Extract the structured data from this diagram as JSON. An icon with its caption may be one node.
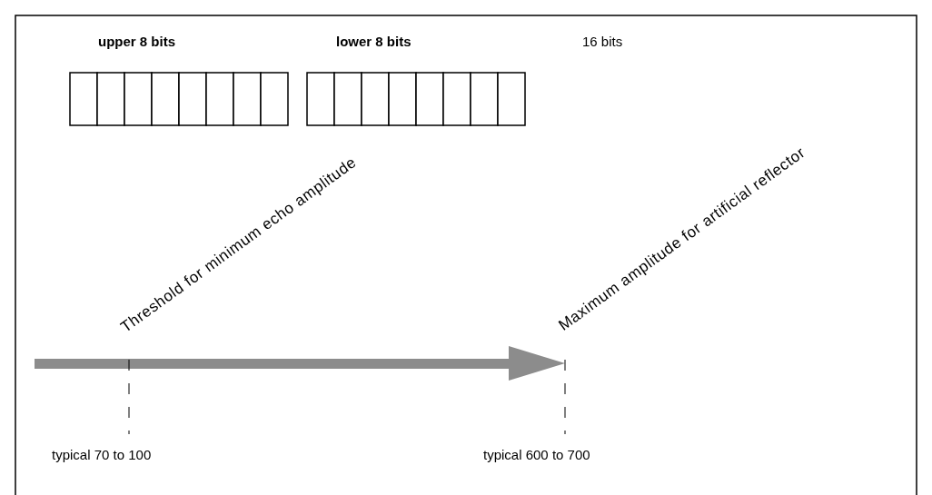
{
  "diagram": {
    "labels": [
      "upper 8 bits",
      "lower 8 bits",
      "16 bits",
      "Threshold for minimum echo amplitude",
      "Maximum amplitude for artificial reflector",
      "typical 70 to 100",
      "typical 600 to 700"
    ]
  }
}
